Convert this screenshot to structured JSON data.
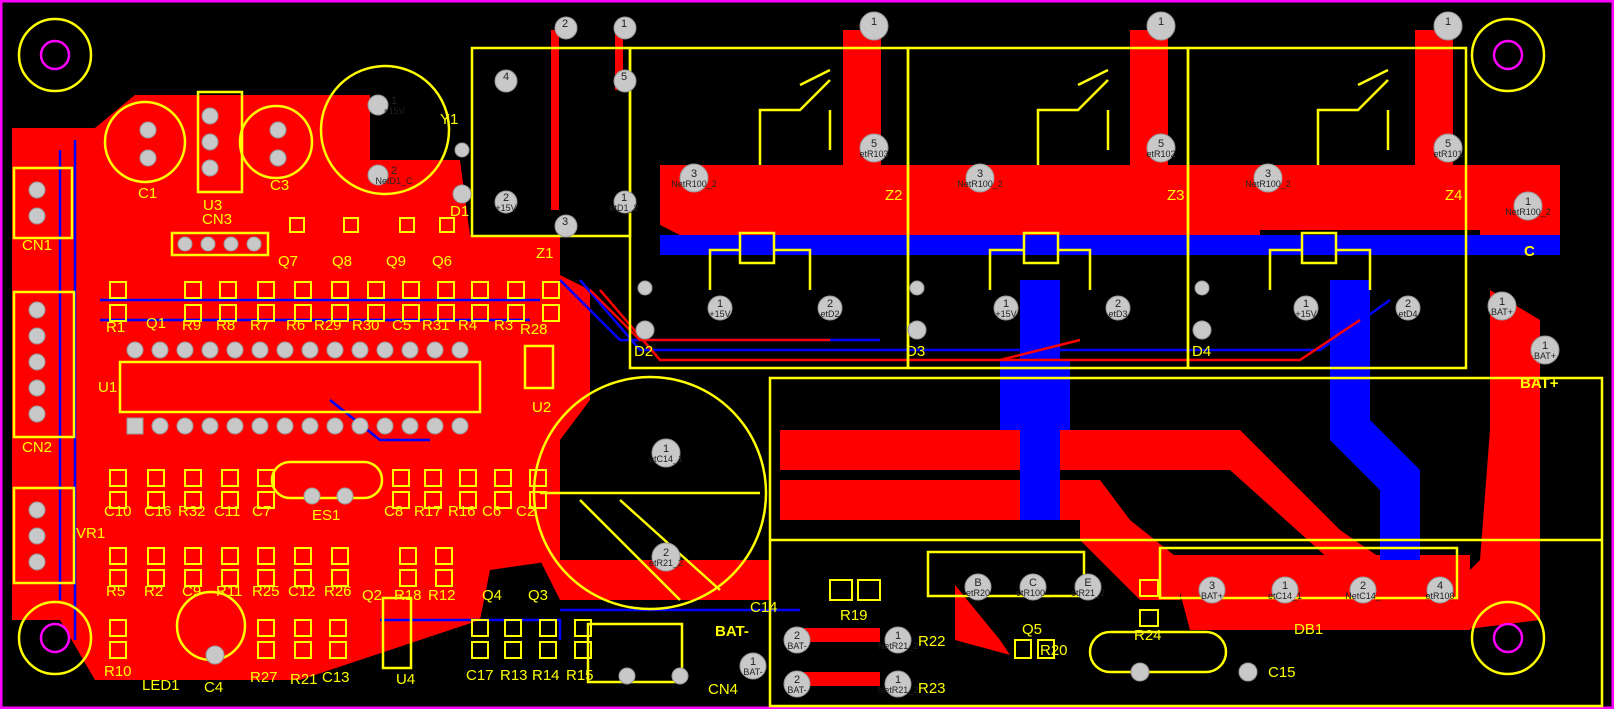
{
  "colors": {
    "background": "#000000",
    "top_copper": "#ff0000",
    "bottom_copper": "#0000ff",
    "silkscreen": "#ffff00",
    "pad": "#c0c0c0",
    "board_edge": "#ff00ff"
  },
  "components": {
    "left": [
      "CN1",
      "CN2",
      "VR1",
      "C1",
      "U3",
      "C3",
      "Y1",
      "D1",
      "CN3",
      "Q7",
      "Q8",
      "Q9",
      "Q6",
      "R1",
      "Q1",
      "R9",
      "R8",
      "R7",
      "R6",
      "R29",
      "R30",
      "C5",
      "R31",
      "R4",
      "R3",
      "R28",
      "U1",
      "U2"
    ],
    "bottom_left": [
      "C10",
      "C16",
      "R32",
      "C11",
      "C7",
      "ES1",
      "C8",
      "R17",
      "R16",
      "C6",
      "C2",
      "R5",
      "R2",
      "C9",
      "R11",
      "R25",
      "C12",
      "R26",
      "Q2",
      "R18",
      "R12",
      "Q4",
      "Q3",
      "R10",
      "LED1",
      "C4",
      "R27",
      "R21",
      "C13",
      "U4",
      "C17",
      "R13",
      "R14",
      "R15",
      "CN4"
    ],
    "relays": [
      "Z1",
      "Z2",
      "Z3",
      "Z4"
    ],
    "diodes": [
      "D2",
      "D3",
      "D4"
    ],
    "power": [
      "C14",
      "R19",
      "Q5",
      "R20",
      "R22",
      "R23",
      "R24",
      "C15",
      "DB1"
    ]
  },
  "power_labels": {
    "bat_plus": "BAT+",
    "bat_minus": "BAT-",
    "c": "C"
  },
  "pads": {
    "z1": [
      {
        "num": "2",
        "net": ""
      },
      {
        "num": "1",
        "net": ""
      },
      {
        "num": "4",
        "net": ""
      },
      {
        "num": "5",
        "net": ""
      },
      {
        "num": "2",
        "net": "+15V"
      },
      {
        "num": "3",
        "net": ""
      },
      {
        "num": "1",
        "net": "etD1_2"
      }
    ],
    "relays": [
      {
        "top": "1",
        "mid_num": "5",
        "mid_net": "etR103",
        "left_num": "3",
        "left_net": "NetR100_2",
        "coil1_net": "+15V",
        "coil2_net": "etD2"
      },
      {
        "top": "1",
        "mid_num": "5",
        "mid_net": "etR102",
        "left_num": "3",
        "left_net": "NetR100_2",
        "coil1_net": "+15V",
        "coil2_net": "etD3"
      },
      {
        "top": "1",
        "mid_num": "5",
        "mid_net": "etR101",
        "left_num": "3",
        "left_net": "NetR100_2",
        "coil1_net": "+15V",
        "coil2_net": "etD4"
      }
    ],
    "y1": [
      {
        "num": "1",
        "net": "+15V"
      },
      {
        "num": "2",
        "net": "NetD1_C"
      }
    ],
    "right": [
      {
        "num": "1",
        "net": "NetR100_2"
      },
      {
        "num": "1",
        "net": "BAT+"
      },
      {
        "num": "1",
        "net": "BAT+"
      }
    ],
    "c14": [
      {
        "num": "1",
        "net": "etC14_1"
      },
      {
        "num": "2",
        "net": "etR21_2"
      }
    ],
    "q5": [
      {
        "num": "B",
        "net": "etR20"
      },
      {
        "num": "C",
        "net": "etR100_"
      },
      {
        "num": "E",
        "net": "etR21_2"
      }
    ],
    "db1": [
      {
        "num": "3",
        "net": "BAT+"
      },
      {
        "num": "1",
        "net": "etC14_1"
      },
      {
        "num": "2",
        "net": "NetC14_"
      },
      {
        "num": "4",
        "net": "etR100"
      }
    ],
    "bat_minus": [
      {
        "num": "2",
        "net": "BAT-"
      },
      {
        "num": "1",
        "net": "NetR21_2"
      },
      {
        "num": "1",
        "net": "BAT-"
      },
      {
        "num": "2",
        "net": "BAT-"
      },
      {
        "num": "1",
        "net": "NetR21_2"
      }
    ]
  }
}
